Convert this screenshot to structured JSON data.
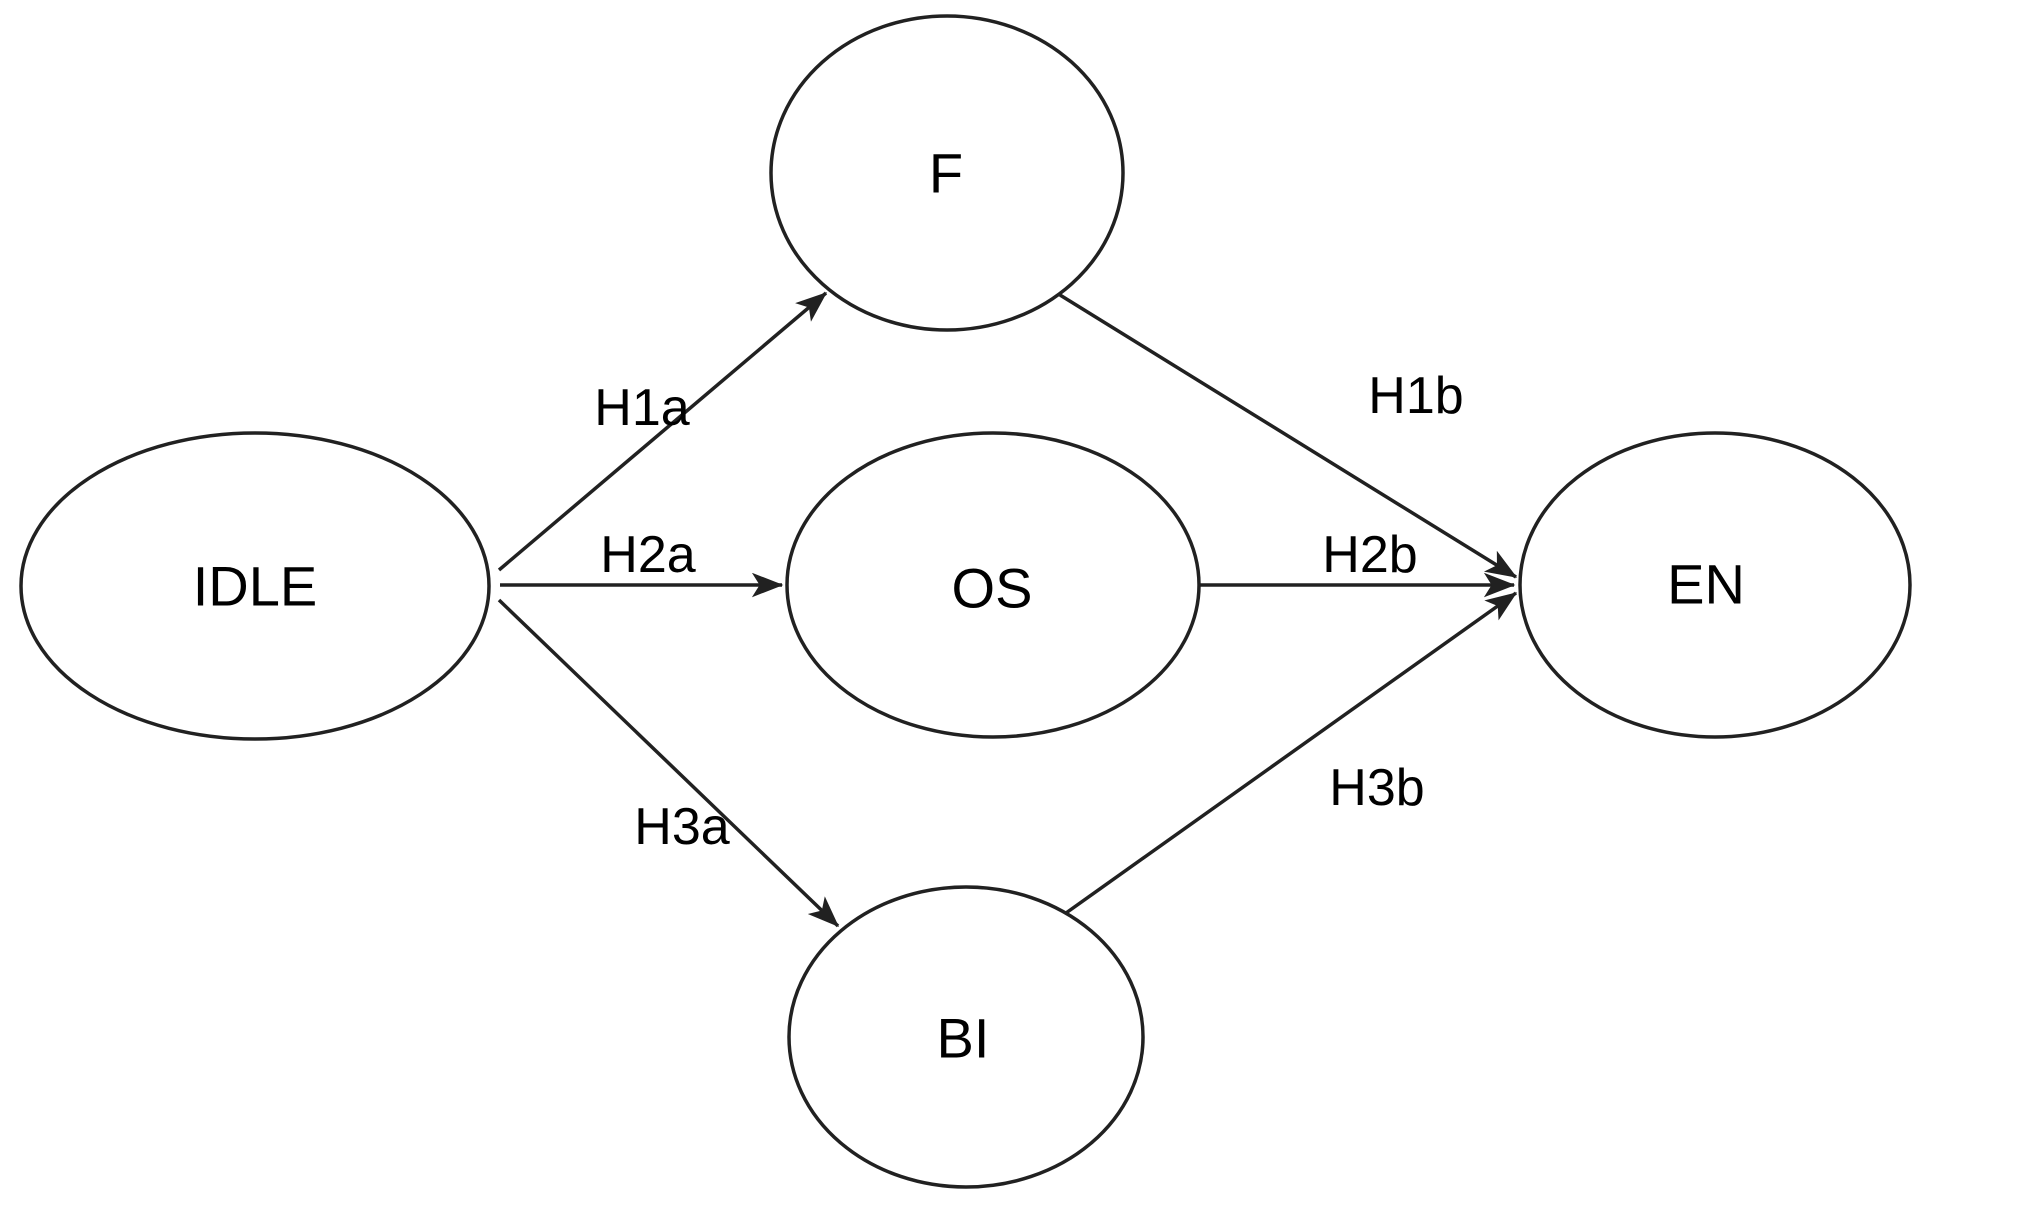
{
  "figure": {
    "type": "path-model-diagram",
    "background_color": "#ffffff",
    "stroke_color": "#212121",
    "text_color": "#000000",
    "nodes": [
      {
        "id": "idle",
        "label": "IDLE"
      },
      {
        "id": "f",
        "label": "F"
      },
      {
        "id": "os",
        "label": "OS"
      },
      {
        "id": "bi",
        "label": "BI"
      },
      {
        "id": "en",
        "label": "EN"
      }
    ],
    "edges": [
      {
        "from": "IDLE",
        "to": "F",
        "label": "H1a"
      },
      {
        "from": "IDLE",
        "to": "OS",
        "label": "H2a"
      },
      {
        "from": "IDLE",
        "to": "BI",
        "label": "H3a"
      },
      {
        "from": "F",
        "to": "EN",
        "label": "H1b"
      },
      {
        "from": "OS",
        "to": "EN",
        "label": "H2b"
      },
      {
        "from": "BI",
        "to": "EN",
        "label": "H3b"
      }
    ]
  }
}
